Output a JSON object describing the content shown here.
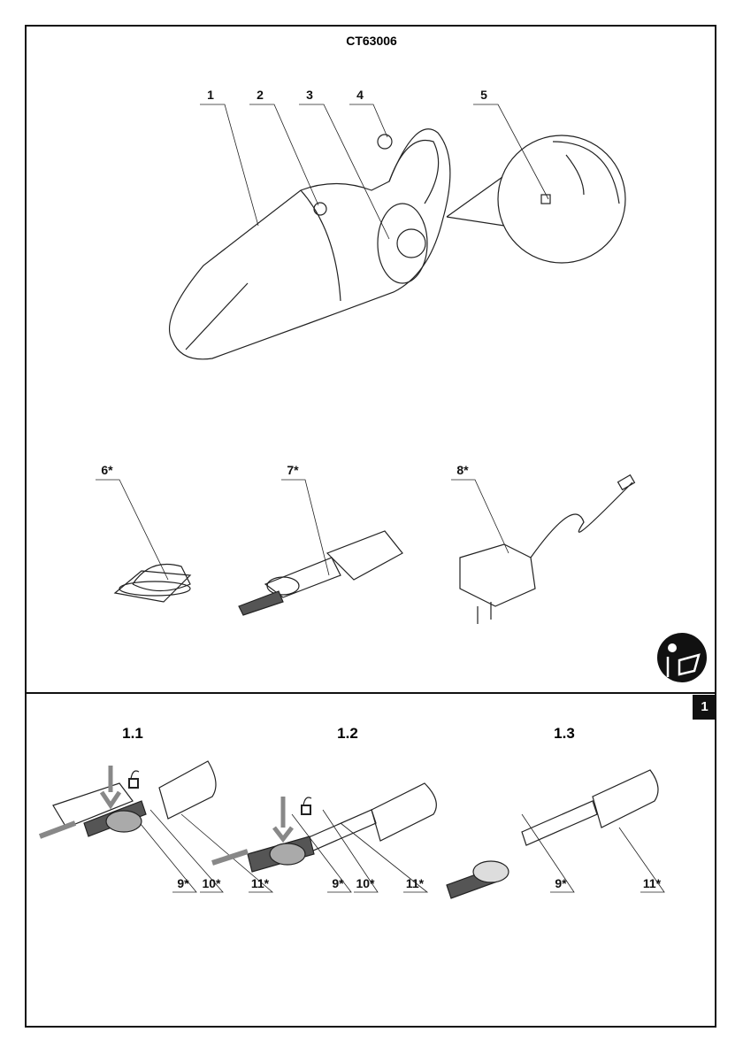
{
  "title": "CT63006",
  "figure_number": "1",
  "main_labels": [
    "1",
    "2",
    "3",
    "4",
    "5"
  ],
  "accessory_labels": [
    "6*",
    "7*",
    "8*"
  ],
  "steps": [
    {
      "label": "1.1",
      "parts": [
        "9*",
        "10*",
        "11*"
      ]
    },
    {
      "label": "1.2",
      "parts": [
        "9*",
        "10*",
        "11*"
      ]
    },
    {
      "label": "1.3",
      "parts": [
        "9*",
        "11*"
      ]
    }
  ],
  "icons": [
    "read-manual-icon",
    "unlock-icon",
    "arrow-left-icon"
  ]
}
